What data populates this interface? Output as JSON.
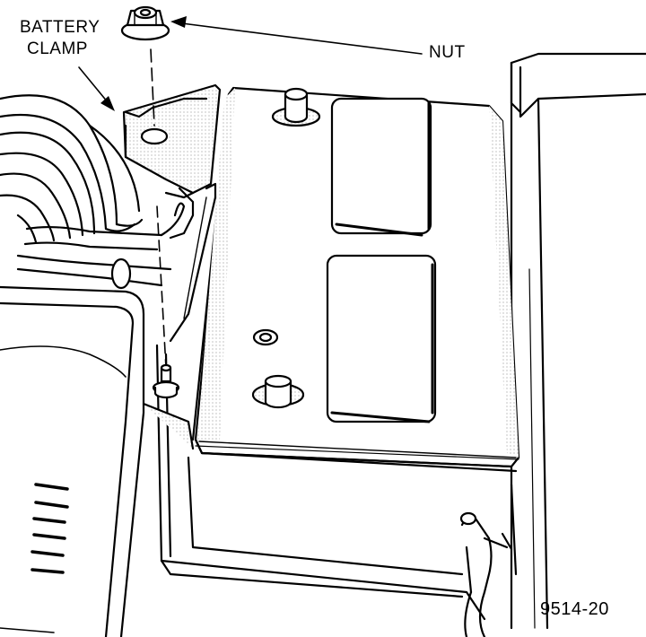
{
  "labels": {
    "battery_clamp_line1": "BATTERY",
    "battery_clamp_line2": "CLAMP",
    "nut": "NUT",
    "figure_number": "9514-20"
  },
  "colors": {
    "ink": "#000000",
    "paper": "#ffffff",
    "stipple": "#e6e6e6"
  }
}
